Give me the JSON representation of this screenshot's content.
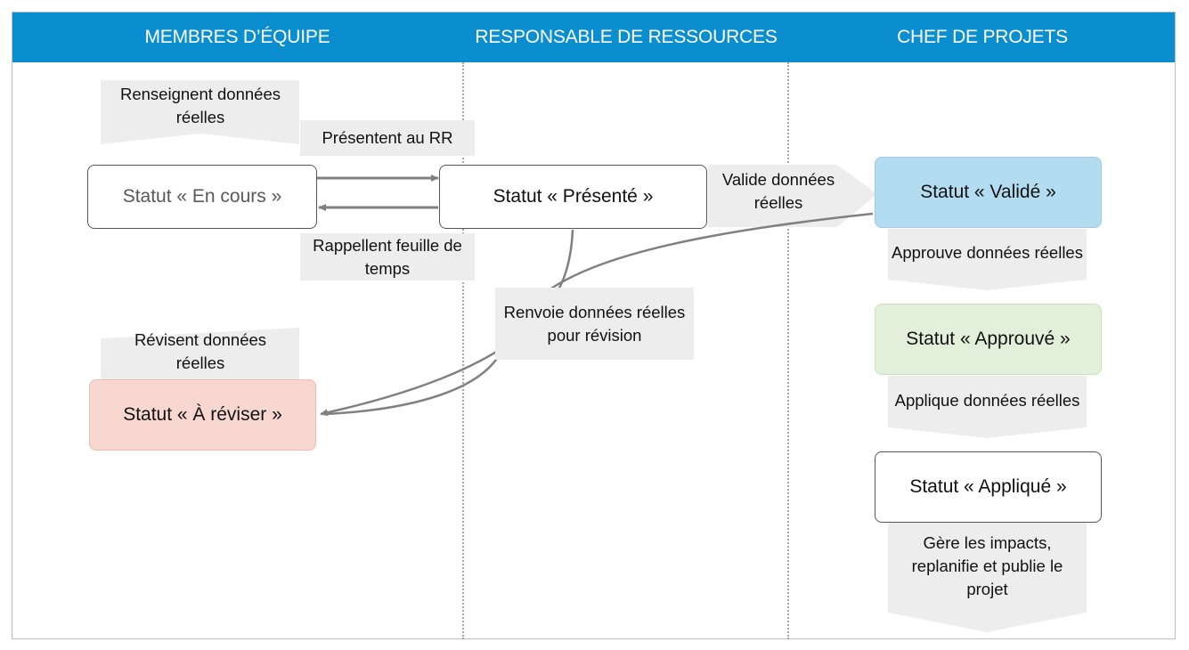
{
  "columns": {
    "team": "MEMBRES D’ÉQUIPE",
    "resource_manager": "RESPONSABLE DE RESSOURCES",
    "project_manager": "CHEF DE PROJETS"
  },
  "statuses": {
    "en_cours": "Statut « En cours »",
    "presente": "Statut « Présenté »",
    "valide": "Statut « Validé »",
    "a_reviser": "Statut « À réviser »",
    "approuve": "Statut « Approuvé »",
    "applique": "Statut « Appliqué »"
  },
  "actions": {
    "renseignent": "Renseignent données réelles",
    "presentent": "Présentent au RR",
    "rappellent": "Rappellent feuille de temps",
    "revisent": "Révisent données réelles",
    "valide_donnees": "Valide données réelles",
    "renvoie": "Renvoie données réelles pour révision",
    "approuve_donnees": "Approuve données réelles",
    "applique_donnees": "Applique données réelles",
    "gere": "Gère les impacts, replanifie et publie le projet"
  },
  "colors": {
    "header": "#0a8ed0",
    "valide_fill": "#b4dcf0",
    "approuve_fill": "#e2efda",
    "a_reviser_fill": "#f8d7d0",
    "chevron": "#ededed",
    "arrow": "#808080"
  }
}
